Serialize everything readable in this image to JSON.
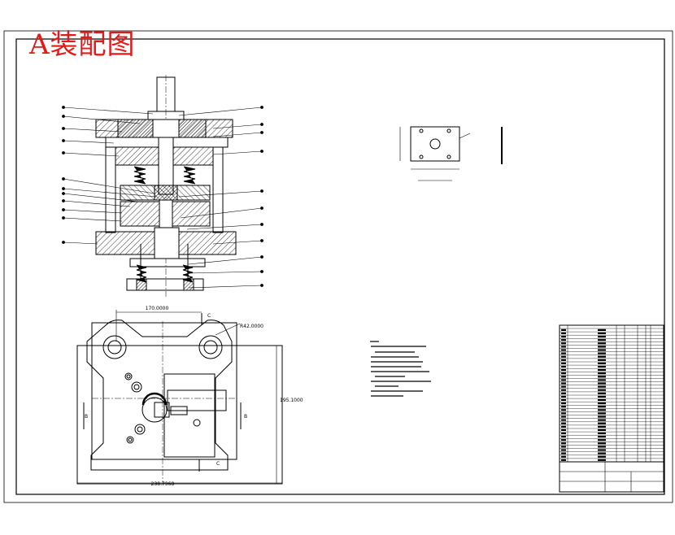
{
  "title": "A装配图",
  "dimensions": {
    "width_top": "170.0000",
    "radius": "R42.0000",
    "height_right": "195.1000",
    "width_bottom": "238.7968"
  },
  "section_marks": {
    "left_b": "B",
    "right_b": "B",
    "top_c": "C",
    "bottom_c": "C"
  },
  "colors": {
    "title": "#e31a1a",
    "line": "#000000",
    "paper": "#ffffff"
  }
}
